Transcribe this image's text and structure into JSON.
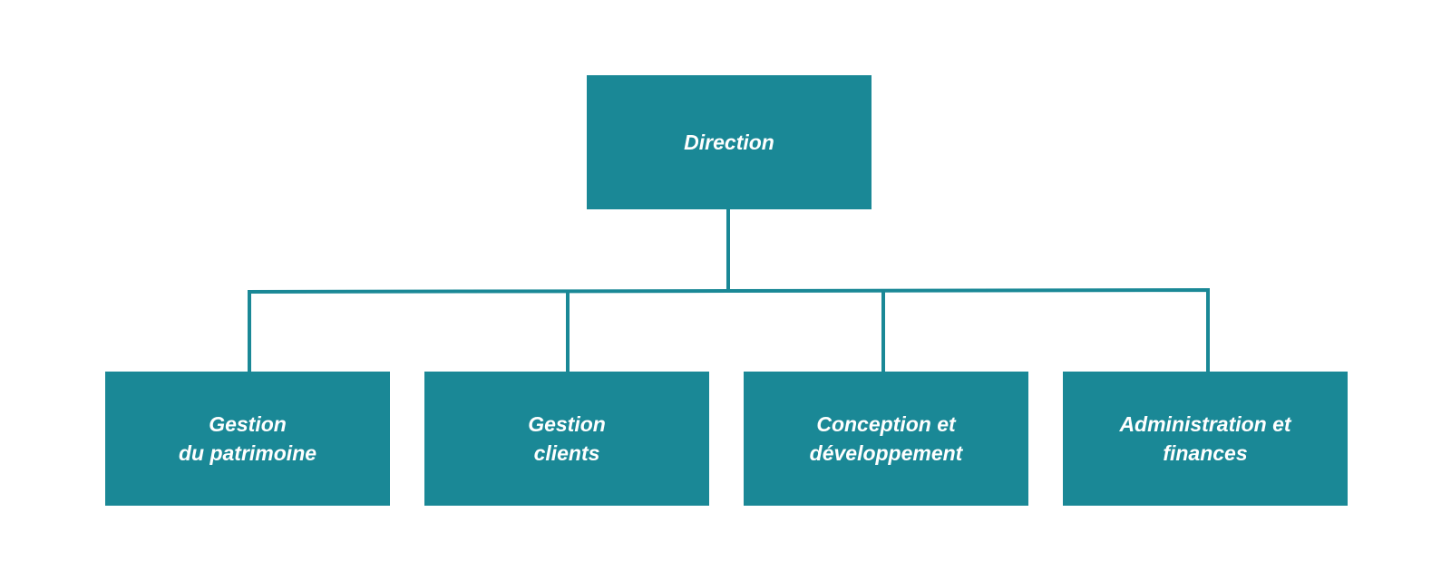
{
  "org_chart": {
    "root": {
      "label": "Direction"
    },
    "children": [
      {
        "label": "Gestion\ndu patrimoine"
      },
      {
        "label": "Gestion\nclients"
      },
      {
        "label": "Conception et\ndéveloppement"
      },
      {
        "label": "Administration et\nfinances"
      }
    ]
  },
  "colors": {
    "box_fill": "#1a8896",
    "connector": "#1a8896",
    "text": "#ffffff",
    "background": "#ffffff"
  }
}
